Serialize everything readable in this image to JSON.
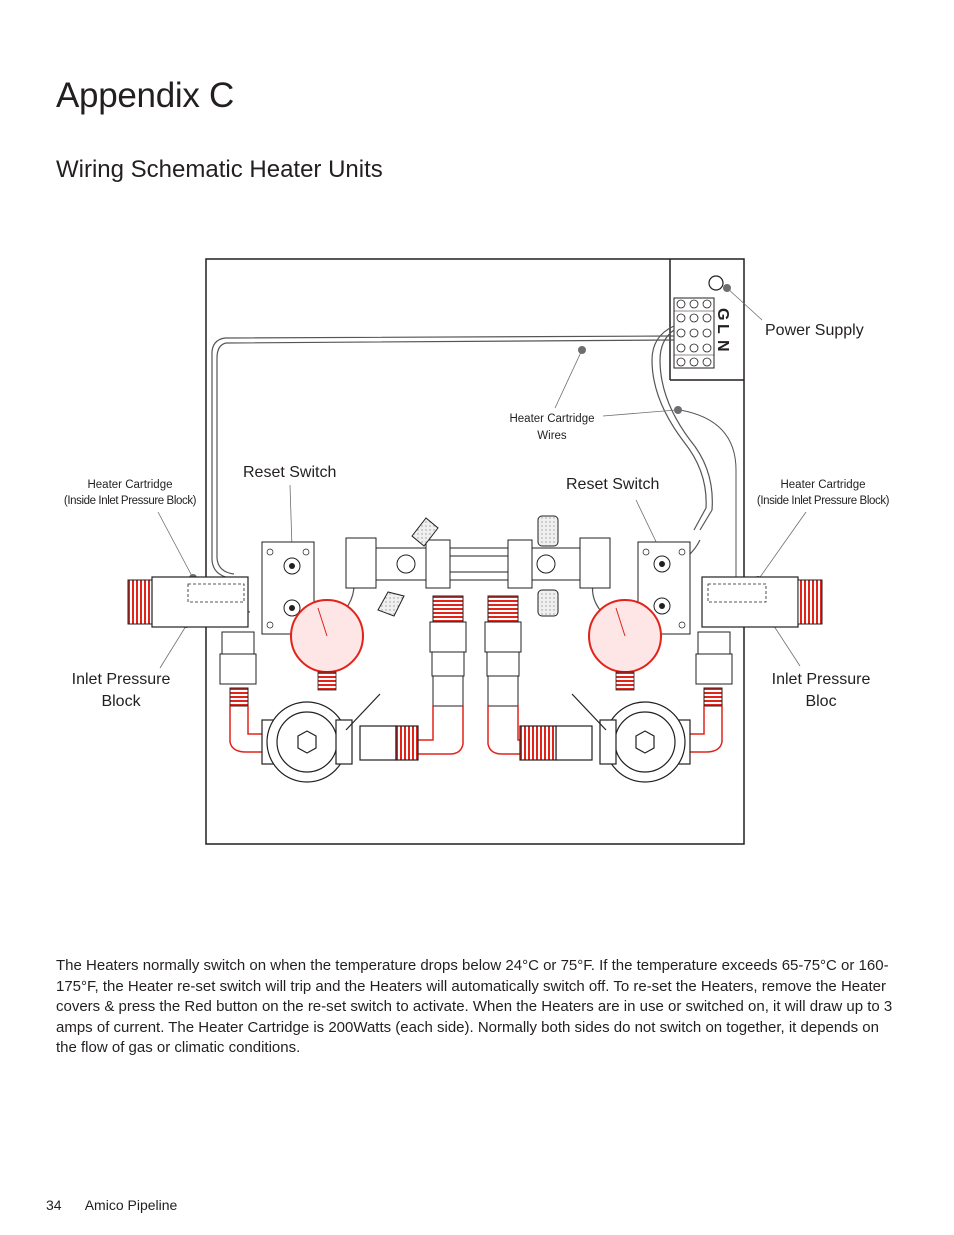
{
  "header": {
    "title": "Appendix C",
    "subtitle": "Wiring Schematic Heater Units"
  },
  "diagram": {
    "labels": {
      "power_supply": "Power Supply",
      "terminal_g": "G",
      "terminal_l": "L",
      "terminal_n": "N",
      "cartridge_wires_line1": "Heater Cartridge",
      "cartridge_wires_line2": "Wires",
      "reset_switch_left": "Reset Switch",
      "reset_switch_right": "Reset Switch",
      "cartridge_left_line1": "Heater Cartridge",
      "cartridge_left_line2": "(Inside Inlet Pressure Block)",
      "cartridge_right_line1": "Heater Cartridge",
      "cartridge_right_line2": "(Inside Inlet Pressure Block)",
      "inlet_left_line1": "Inlet Pressure",
      "inlet_left_line2": "Block",
      "inlet_right_line1": "Inlet Pressure",
      "inlet_right_line2": "Bloc"
    },
    "colors": {
      "line": "#231f20",
      "wire": "#555555",
      "pipe_red": "#e2231a",
      "gauge_red": "#f4a3a1",
      "callout_dot": "#6d6e71"
    }
  },
  "body": {
    "paragraph": "The Heaters normally switch on when the temperature drops below 24°C or 75°F.  If the temperature exceeds 65-75°C or 160-175°F, the Heater re-set switch will trip and the Heaters will automatically switch off. To re-set the Heaters, remove the Heater covers & press the Red button on the re-set switch to activate. When the Heaters are in use or switched on, it will draw up to 3 amps of current. The Heater Cartridge is 200Watts (each side). Normally both sides do not switch on together, it depends on the flow of gas or climatic conditions."
  },
  "footer": {
    "page_number": "34",
    "brand": "Amico Pipeline"
  }
}
